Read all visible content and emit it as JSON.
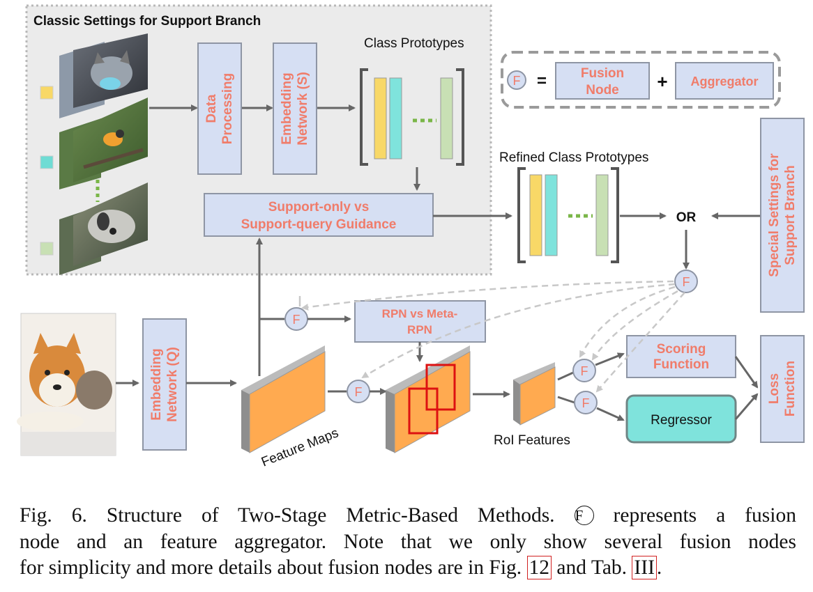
{
  "support_branch": {
    "title": "Classic Settings for Support Branch",
    "data_processing": "Data Processing",
    "data_processing_l1": "Data",
    "data_processing_l2": "Processing",
    "embedding_s_l1": "Embedding",
    "embedding_s_l2": "Network (S)",
    "class_prototypes": "Class Prototypes",
    "guidance_l1": "Support-only vs",
    "guidance_l2": "Support-query Guidance",
    "swatch_colors": [
      "#f8d867",
      "#6fdcd4",
      "#c8e0b4"
    ]
  },
  "legend": {
    "f_symbol": "F",
    "equals": "=",
    "fusion_l1": "Fusion",
    "fusion_l2": "Node",
    "plus": "+",
    "aggregator": "Aggregator"
  },
  "refined_prototypes": "Refined Class Prototypes",
  "or_label": "OR",
  "special_l1": "Special Settings for",
  "special_l2": "Support Branch",
  "embedding_q_l1": "Embedding",
  "embedding_q_l2": "Network (Q)",
  "rpn_l1": "RPN vs Meta-",
  "rpn_l2": "RPN",
  "feature_maps": "Feature Maps",
  "roi_features": "RoI Features",
  "scoring_l1": "Scoring",
  "scoring_l2": "Function",
  "regressor": "Regressor",
  "loss_l1": "Loss",
  "loss_l2": "Function",
  "colors": {
    "box_fill": "#d6dff3",
    "box_stroke": "#8e95a4",
    "box_text": "#f07c6a",
    "orange": "#ffaa50",
    "teal": "#7fe3dc",
    "yellow": "#f8d867",
    "green_prototype": "#c8e0b4",
    "arrow": "#666666",
    "red_box": "#dd1111"
  },
  "caption": {
    "lead": "Fig. 6.  Structure of Two-Stage Metric-Based Methods.",
    "f_symbol": "F",
    "rest1": " represents a fusion",
    "line2": "node and an feature aggregator. Note that we only show several fusion nodes",
    "line3_a": "for simplicity and more details about fusion nodes are in Fig. ",
    "fig_ref": "12",
    "line3_b": " and Tab. ",
    "tab_ref": "III",
    "line3_c": "."
  }
}
